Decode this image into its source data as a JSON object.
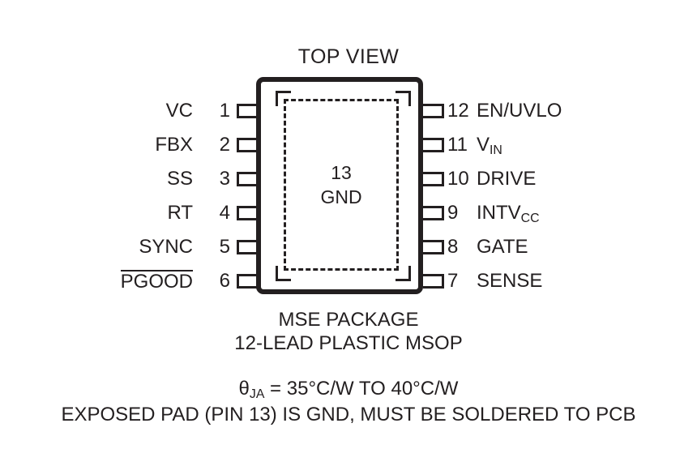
{
  "figure": {
    "title": "TOP VIEW",
    "exposed_pad": {
      "number": "13",
      "net": "GND"
    },
    "pins_left": [
      {
        "number": "1",
        "name": "VC",
        "overline": false
      },
      {
        "number": "2",
        "name": "FBX",
        "overline": false
      },
      {
        "number": "3",
        "name": "SS",
        "overline": false
      },
      {
        "number": "4",
        "name": "RT",
        "overline": false
      },
      {
        "number": "5",
        "name": "SYNC",
        "overline": false
      },
      {
        "number": "6",
        "name": "PGOOD",
        "overline": true
      }
    ],
    "pins_right": [
      {
        "number": "12",
        "name": "EN/UVLO",
        "sub": ""
      },
      {
        "number": "11",
        "name": "V",
        "sub": "IN"
      },
      {
        "number": "10",
        "name": "DRIVE",
        "sub": ""
      },
      {
        "number": "9",
        "name": "INTV",
        "sub": "CC"
      },
      {
        "number": "8",
        "name": "GATE",
        "sub": ""
      },
      {
        "number": "7",
        "name": "SENSE",
        "sub": ""
      }
    ],
    "caption": {
      "package_line1": "MSE PACKAGE",
      "package_line2": "12-LEAD PLASTIC MSOP",
      "theta_symbol": "θ",
      "theta_sub": "JA",
      "theta_value": " = 35°C/W TO 40°C/W",
      "exposed_pad_note": "EXPOSED PAD (PIN 13) IS GND, MUST BE SOLDERED TO PCB"
    },
    "colors": {
      "ink": "#231f20",
      "background": "#ffffff"
    }
  }
}
